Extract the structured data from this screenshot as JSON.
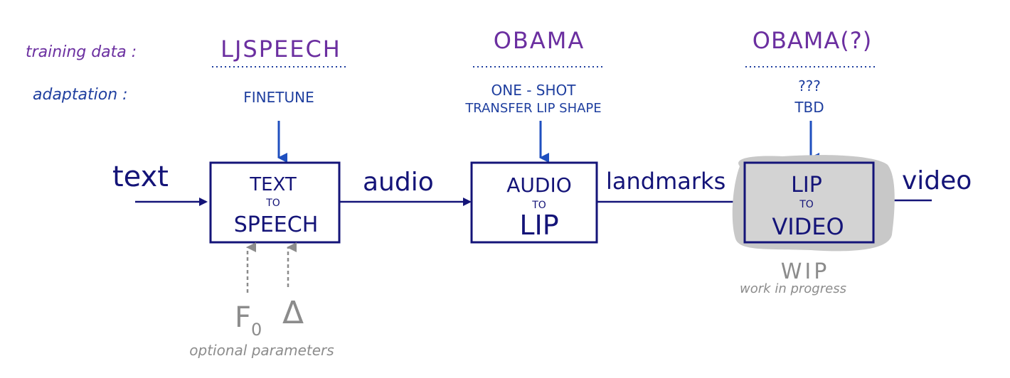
{
  "row_labels": {
    "training_data": "training data :",
    "adaptation": "adaptation :"
  },
  "columns": {
    "tts": {
      "training": "LJSPEECH",
      "adaptation": [
        "FINETUNE"
      ]
    },
    "a2l": {
      "training": "OBAMA",
      "adaptation": [
        "ONE - SHOT",
        "TRANSFER LIP SHAPE"
      ]
    },
    "l2v": {
      "training": "OBAMA(?)",
      "adaptation": [
        "???",
        "TBD"
      ]
    }
  },
  "blocks": {
    "tts": {
      "lines": [
        "TEXT",
        "TO",
        "SPEECH"
      ]
    },
    "a2l": {
      "lines": [
        "AUDIO",
        "TO",
        "LIP"
      ]
    },
    "l2v": {
      "lines": [
        "LIP",
        "TO",
        "VIDEO"
      ],
      "status": "WIP",
      "status_note": "work in progress"
    }
  },
  "flow_labels": {
    "input": "text",
    "tts_out": "audio",
    "a2l_out": "landmarks",
    "output": "video"
  },
  "optional_params": {
    "f0": "F",
    "f0_sub": "0",
    "delta": "Δ",
    "caption": "optional parameters"
  },
  "colors": {
    "training_label": "#6b2fa0",
    "adaptation_label": "#1f3f9f",
    "flow": "#141478",
    "arrow_in": "#1f4fbf",
    "optional": "#8c8c8c",
    "wip_fill": "#d3d3d3",
    "wip_halo": "#c8c8c8"
  }
}
